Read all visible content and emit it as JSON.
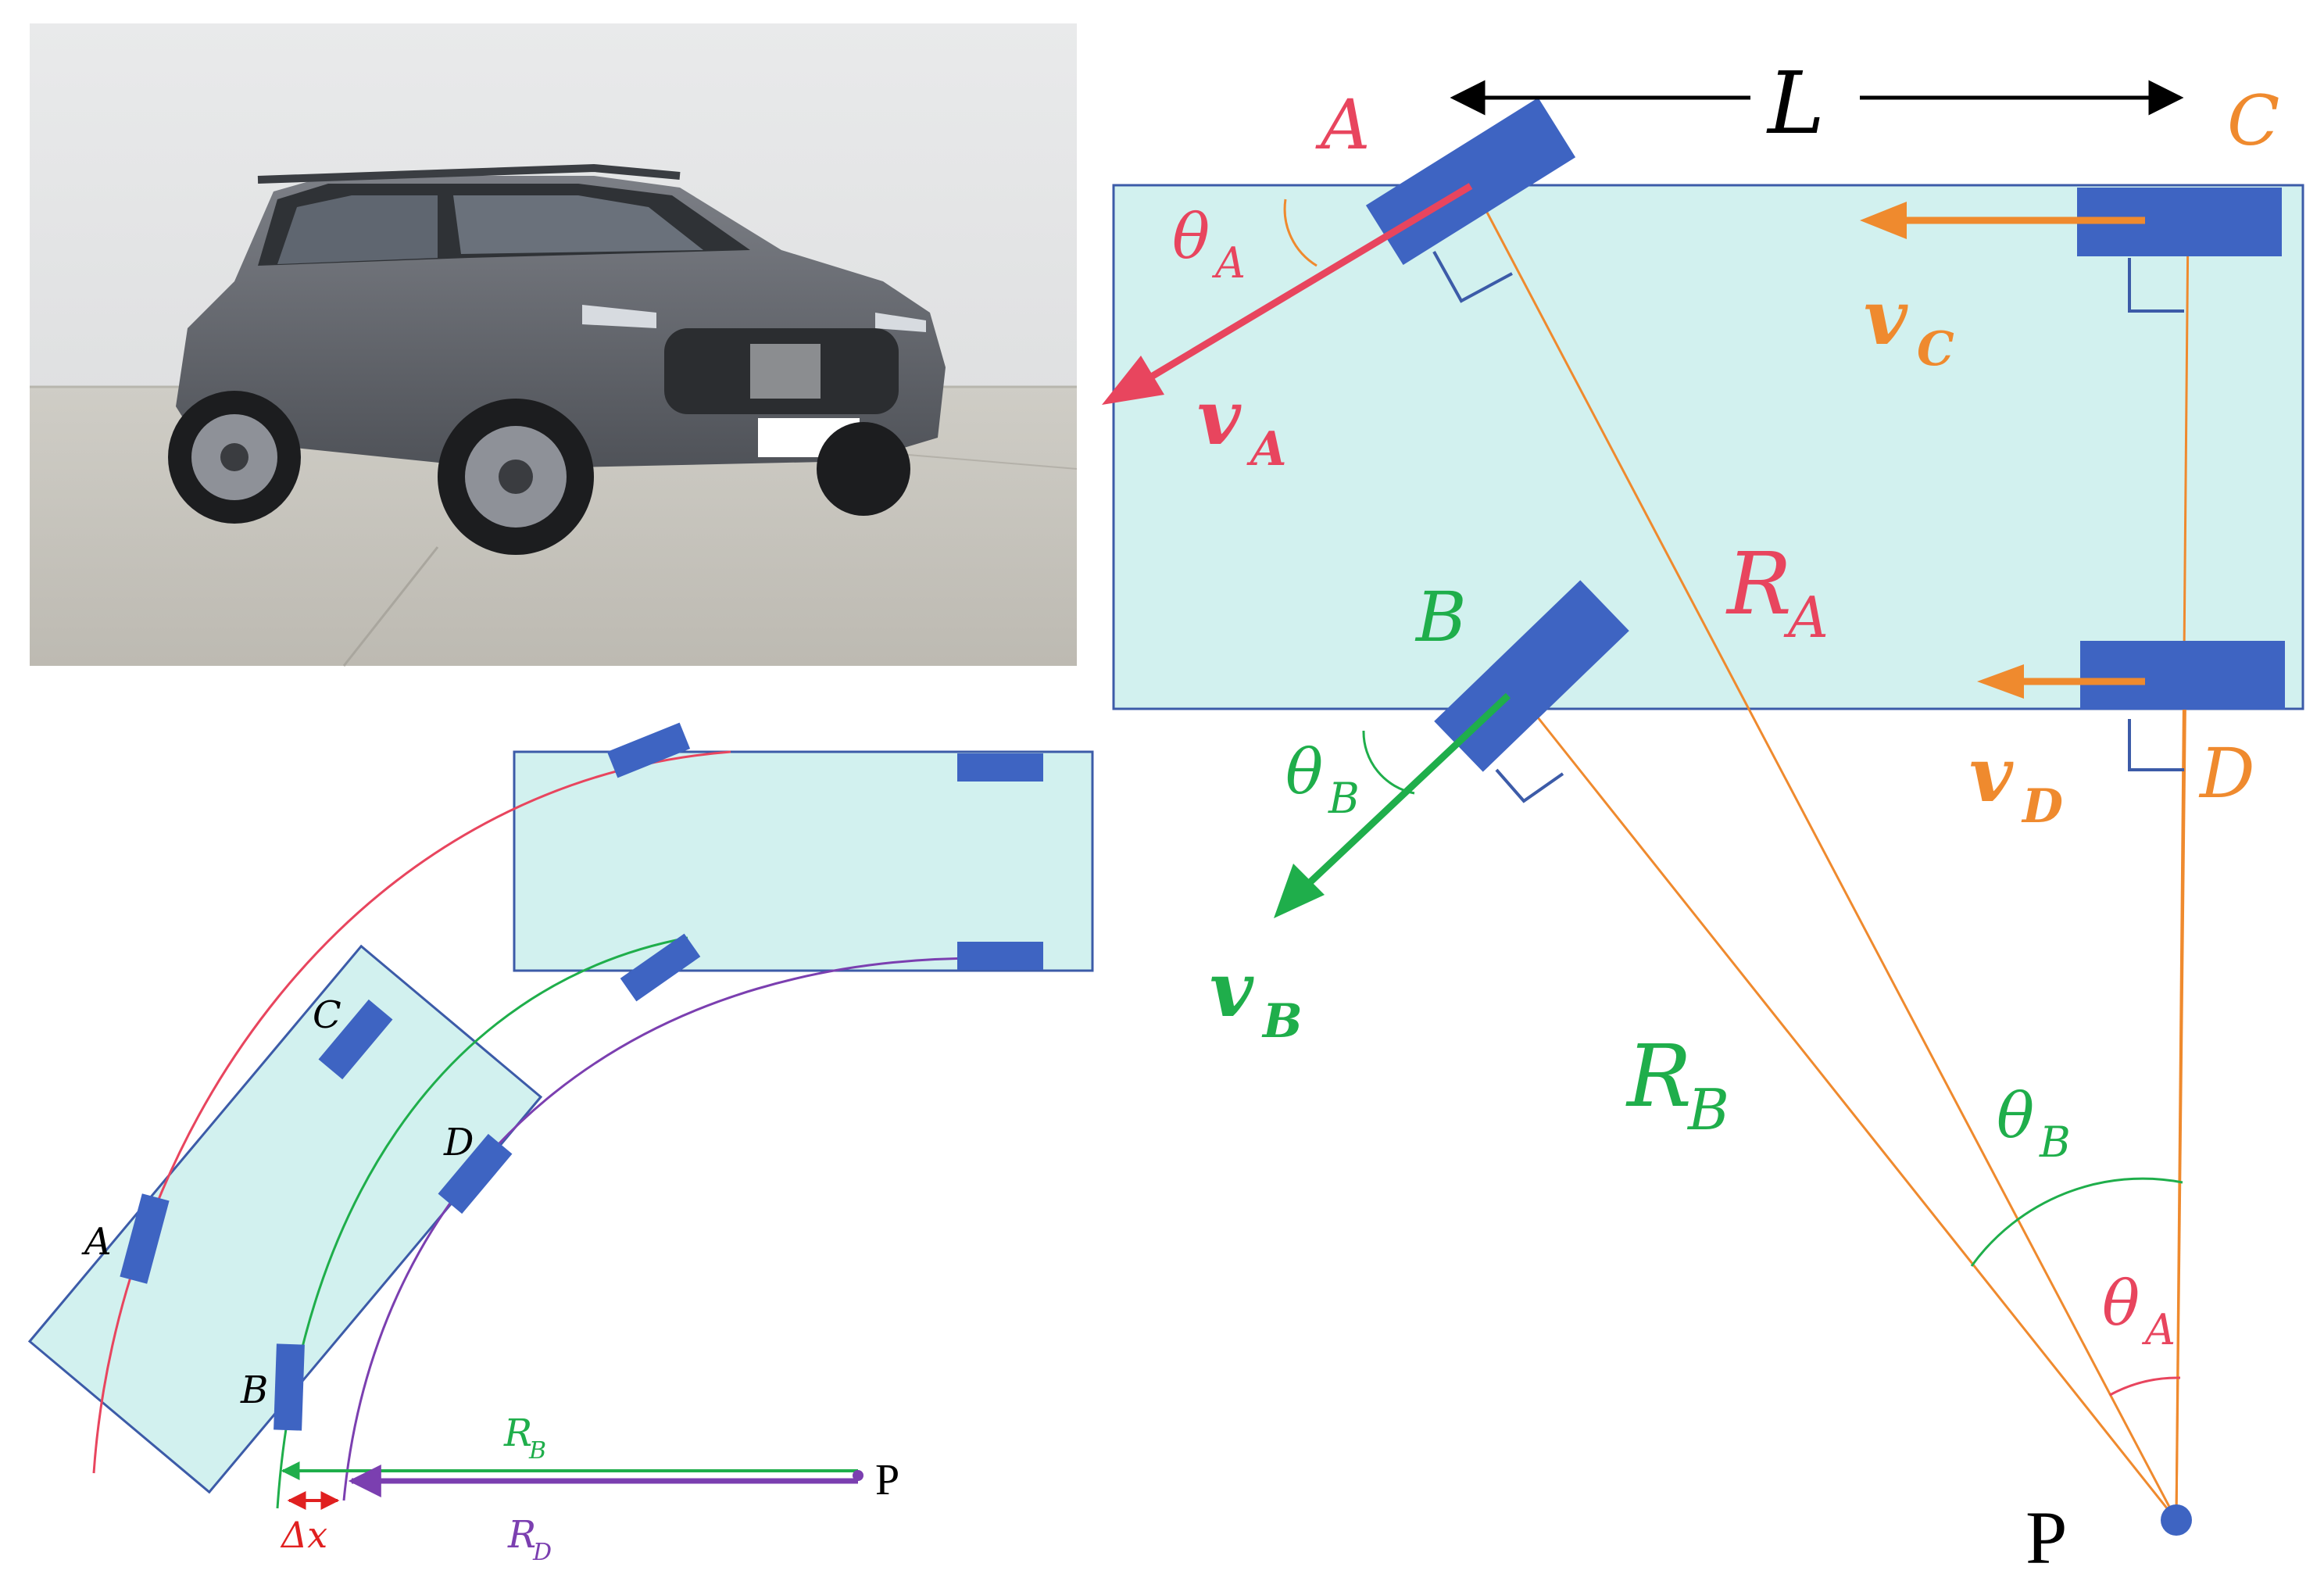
{
  "colors": {
    "car_fill": "#d2f1ef",
    "car_stroke": "#3c5ba8",
    "wheel": "#3e64c2",
    "pink": "#e8455e",
    "orange": "#ef8a2e",
    "green": "#1fae4b",
    "purple": "#7b3fb0",
    "black": "#000000",
    "red": "#e02020"
  },
  "photo": {
    "subject": "car-photo",
    "icon": "suv-photo-icon"
  },
  "main_diagram": {
    "labels": {
      "A": "A",
      "B": "B",
      "C": "C",
      "D": "D",
      "L": "L",
      "P": "P",
      "vA": "v",
      "vA_sub": "A",
      "vB": "v",
      "vB_sub": "B",
      "vC": "v",
      "vC_sub": "C",
      "vD": "v",
      "vD_sub": "D",
      "RA": "R",
      "RA_sub": "A",
      "RB": "R",
      "RB_sub": "B",
      "thetaA_top": "θ",
      "thetaA_top_sub": "A",
      "thetaB_side": "θ",
      "thetaB_side_sub": "B",
      "thetaB_bottom": "θ",
      "thetaB_bottom_sub": "B",
      "thetaA_bottom": "θ",
      "thetaA_bottom_sub": "A"
    }
  },
  "turn_diagram": {
    "labels": {
      "A": "A",
      "B": "B",
      "C": "C",
      "D": "D",
      "P": "P",
      "RB": "R",
      "RB_sub": "B",
      "RD": "R",
      "RD_sub": "D",
      "dx": "Δx"
    }
  }
}
